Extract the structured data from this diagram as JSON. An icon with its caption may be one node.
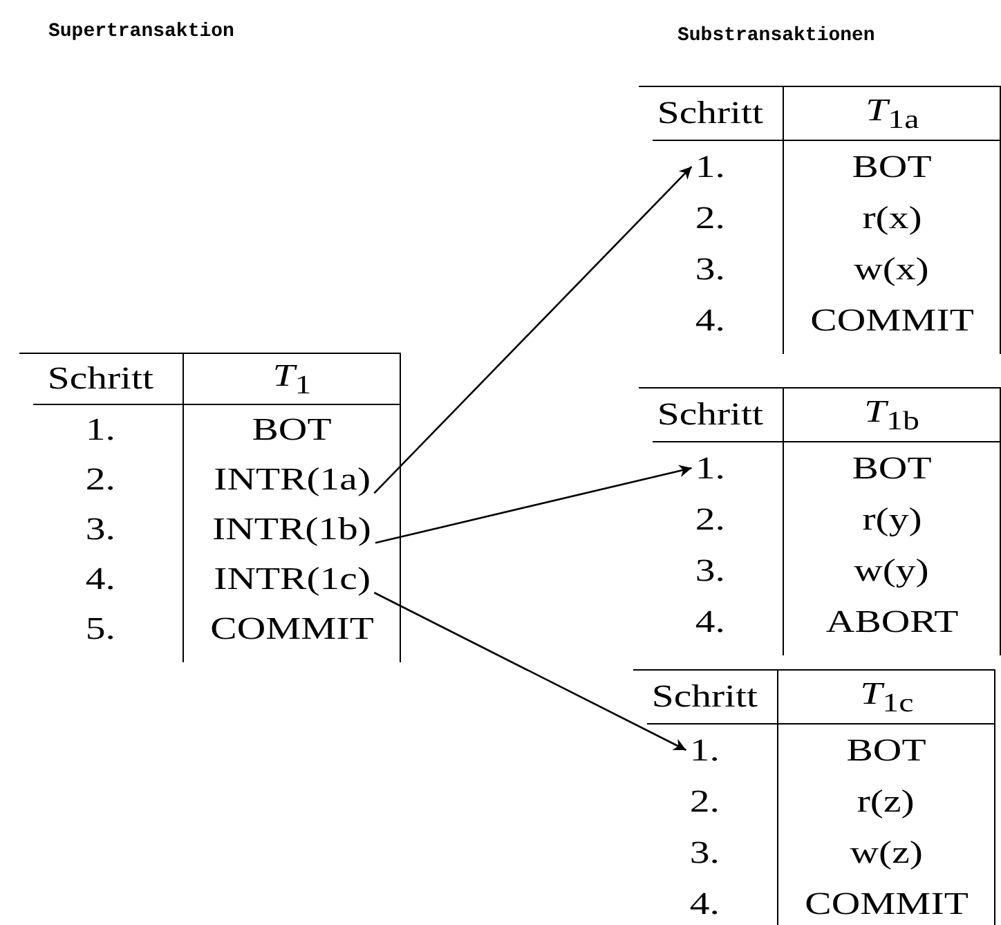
{
  "diagram": {
    "nodes": [
      {
        "text": [],
        "shape": "table"
      },
      {
        "text": [
          "Schritt"
        ],
        "in": 0
      },
      {
        "text": [
          "*T*$_{1}$"
        ],
        "in": 0
      },
      {
        "text": [
          "1."
        ],
        "in": 0
      },
      {
        "text": [
          "BOT"
        ],
        "in": 0
      },
      {
        "text": [
          "2."
        ],
        "in": 0
      },
      {
        "text": [
          "INTR(1a)"
        ],
        "in": 0
      },
      {
        "text": [
          "3."
        ],
        "in": 0
      },
      {
        "text": [
          "INTR(1b)"
        ],
        "in": 0
      },
      {
        "text": [
          "4."
        ],
        "in": 0
      },
      {
        "text": [
          "INTR(1c)"
        ],
        "in": 0
      },
      {
        "text": [
          "5."
        ],
        "in": 0
      },
      {
        "text": [
          "COMMIT"
        ],
        "in": 0
      },
      {
        "text": [],
        "shape": "table"
      },
      {
        "text": [
          "Schritt"
        ],
        "in": 13
      },
      {
        "text": [
          "*T*$_{1a}$"
        ],
        "in": 13
      },
      {
        "text": [
          "1."
        ],
        "in": 13
      },
      {
        "text": [
          "BOT"
        ],
        "in": 13
      },
      {
        "text": [
          "2."
        ],
        "in": 13
      },
      {
        "text": [
          "r(x)"
        ],
        "in": 13
      },
      {
        "text": [
          "3."
        ],
        "in": 13
      },
      {
        "text": [
          "w(x)"
        ],
        "in": 13
      },
      {
        "text": [
          "4."
        ],
        "in": 13
      },
      {
        "text": [
          "COMMIT"
        ],
        "in": 13
      },
      {
        "text": [],
        "shape": "table"
      },
      {
        "text": [
          "Schritt"
        ],
        "in": 24
      },
      {
        "text": [
          "*T*$_{1b}$"
        ],
        "in": 24
      },
      {
        "text": [
          "1."
        ],
        "in": 24
      },
      {
        "text": [
          "BOT"
        ],
        "in": 24
      },
      {
        "text": [
          "2."
        ],
        "in": 24
      },
      {
        "text": [
          "r(y)"
        ],
        "in": 24
      },
      {
        "text": [
          "3."
        ],
        "in": 24
      },
      {
        "text": [
          "w(y)"
        ],
        "in": 24
      },
      {
        "text": [
          "4."
        ],
        "in": 24
      },
      {
        "text": [
          "ABORT"
        ],
        "in": 24
      },
      {
        "text": [],
        "shape": "table"
      },
      {
        "text": [
          "Schritt"
        ],
        "in": 35
      },
      {
        "text": [
          "*T*$_{1c}$"
        ],
        "in": 35
      },
      {
        "text": [
          "1."
        ],
        "in": 35
      },
      {
        "text": [
          "BOT"
        ],
        "in": 35
      },
      {
        "text": [
          "2."
        ],
        "in": 35
      },
      {
        "text": [
          "r(z)"
        ],
        "in": 35
      },
      {
        "text": [
          "3."
        ],
        "in": 35
      },
      {
        "text": [
          "w(z)"
        ],
        "in": 35
      },
      {
        "text": [
          "4."
        ],
        "in": 35
      },
      {
        "text": [
          "COMMIT"
        ],
        "in": 35
      }
    ],
    "edges": [
      {
        "from": 6,
        "to": 16,
        "arrow": "to"
      },
      {
        "from": 8,
        "to": 27,
        "arrow": "to"
      },
      {
        "from": 10,
        "to": 38,
        "arrow": "to"
      }
    ],
    "labels": [
      "Supertransaktion",
      "Substransaktionen"
    ]
  }
}
